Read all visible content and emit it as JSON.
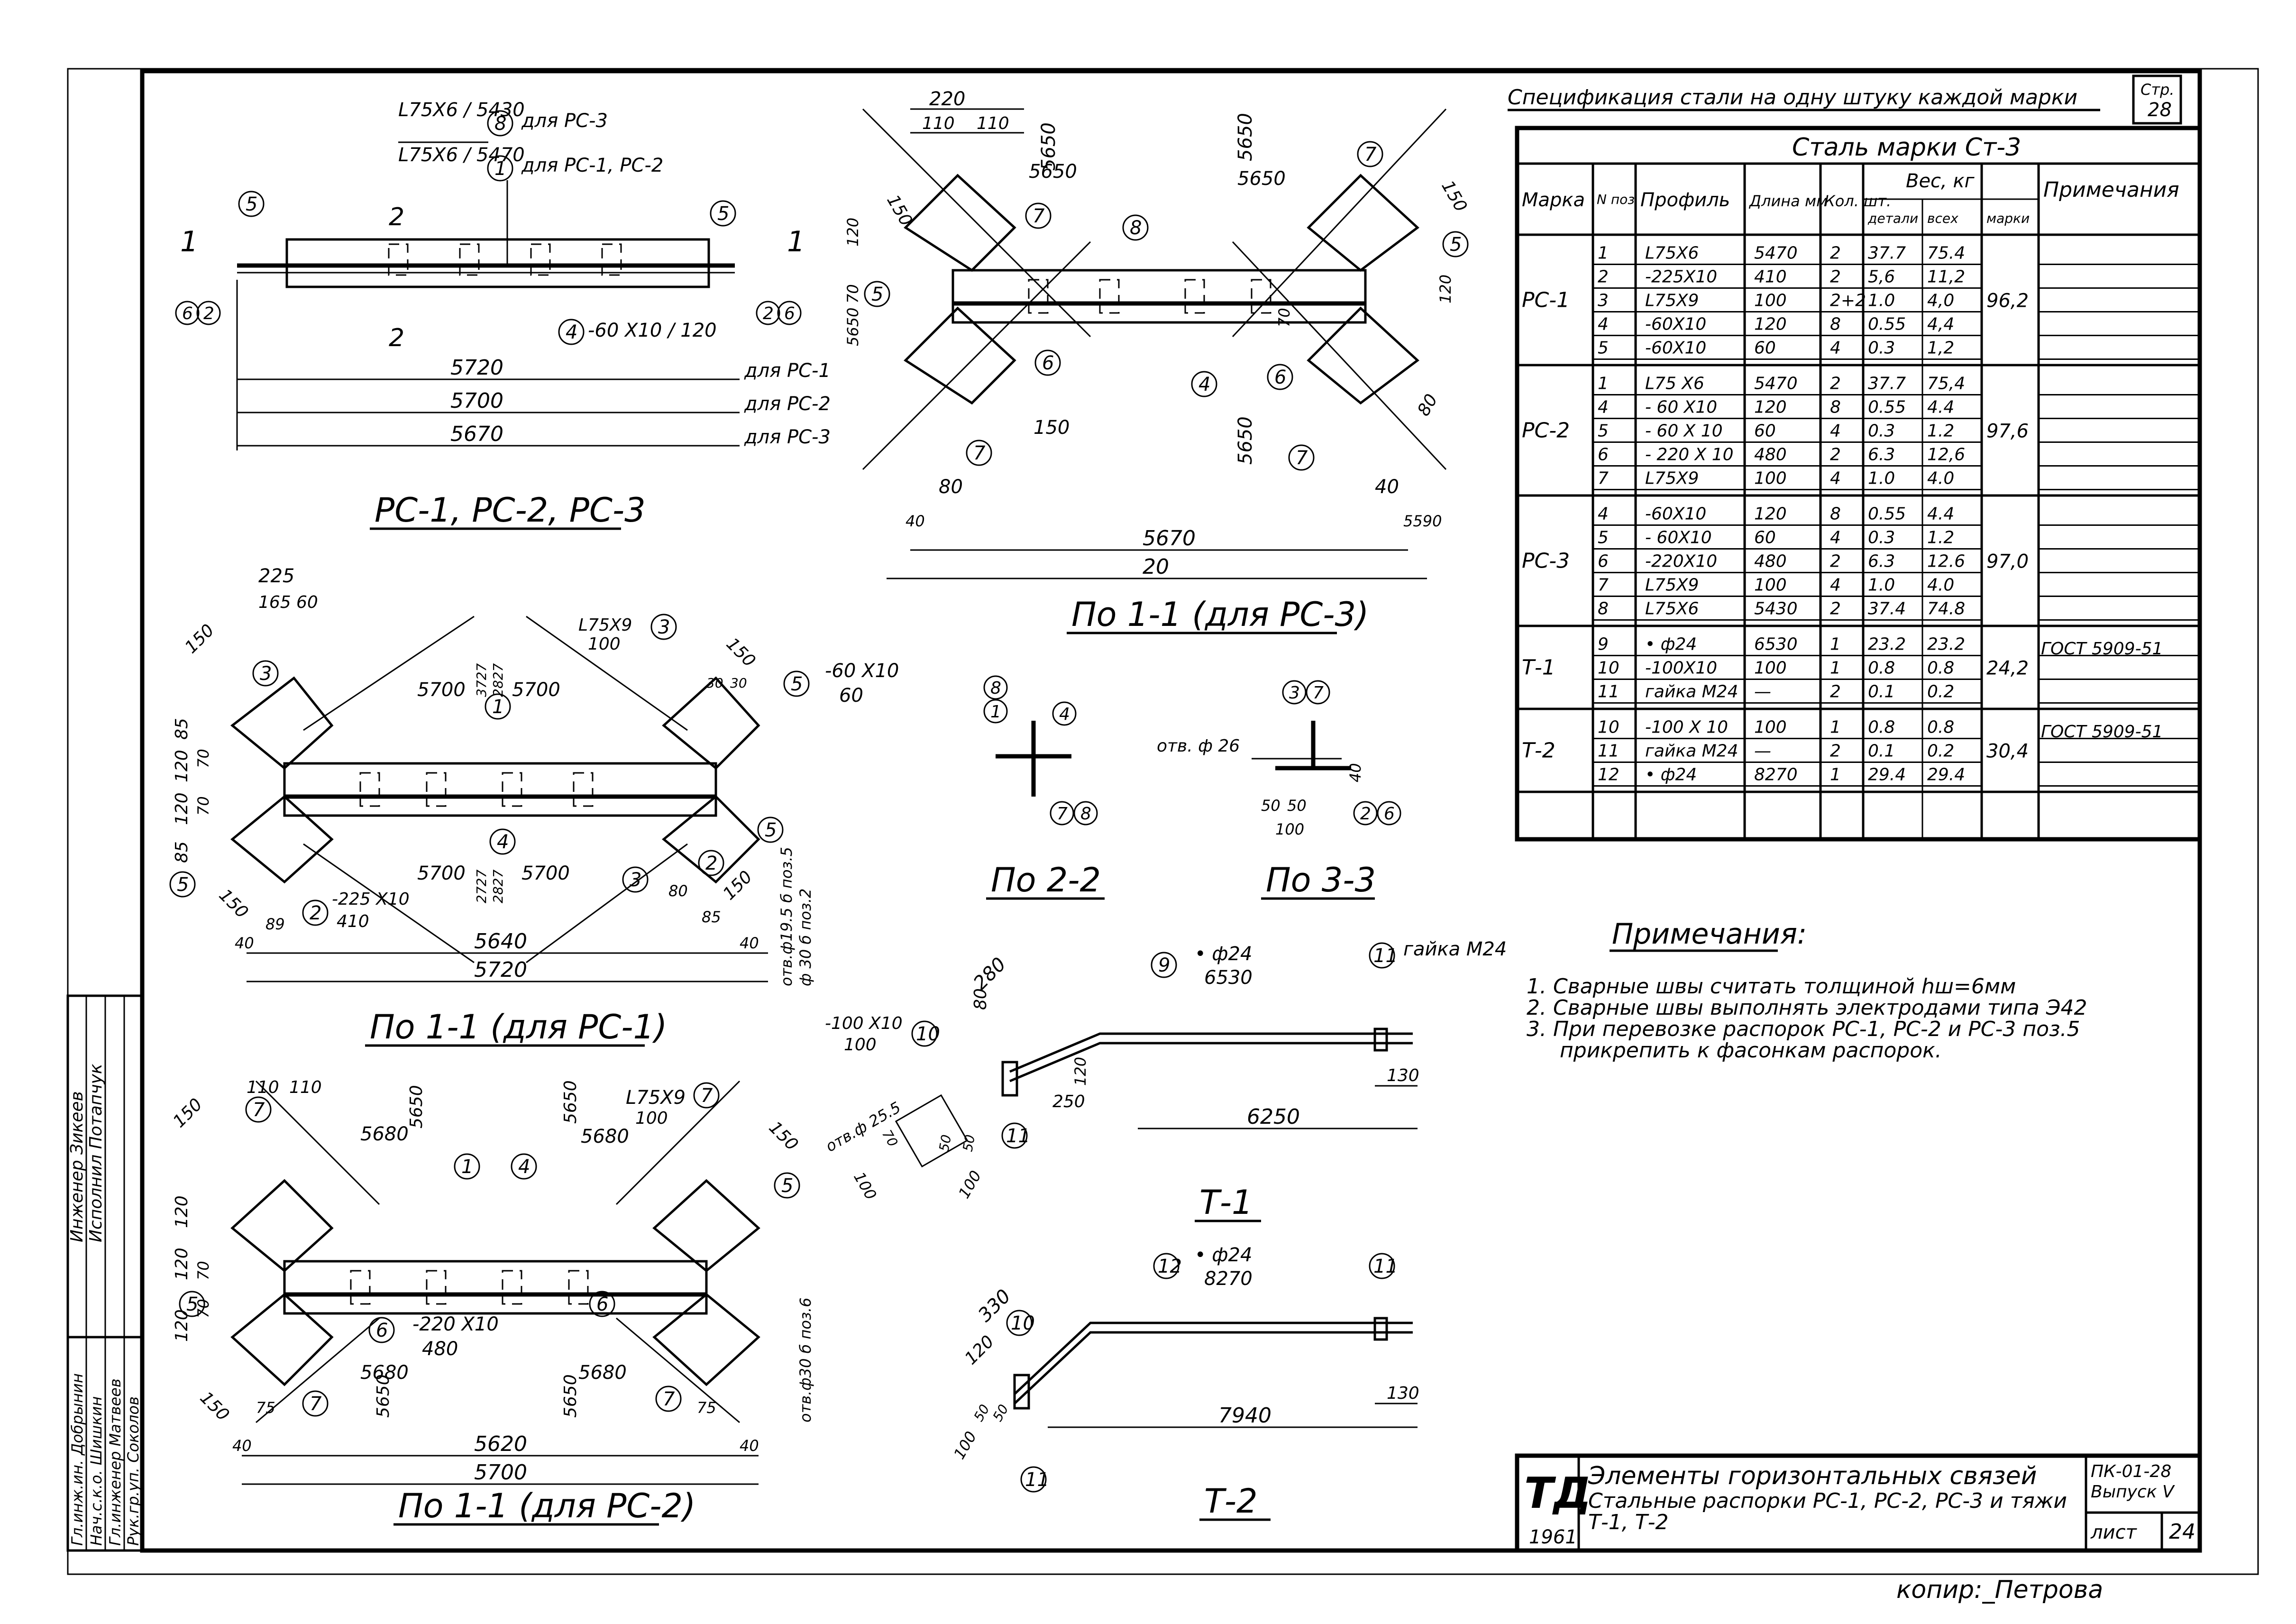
{
  "sheet": {
    "page_number": "28",
    "page_label": "Стр.",
    "copier": "копир:_Петрова"
  },
  "spec": {
    "title": "Спецификация стали на одну штуку каждой марки",
    "steel_grade": "Сталь марки Ст-3",
    "headers": {
      "mark": "Марка",
      "pos": "N поз",
      "profile": "Профиль",
      "length": "Длина мм",
      "qty": "Кол. шт.",
      "weight": "Вес, кг",
      "detail": "детали",
      "all": "всех",
      "per_mark": "марки",
      "notes": "Примечания"
    },
    "groups": [
      {
        "mark": "РС-1",
        "total": "96,2",
        "note": "",
        "rows": [
          {
            "pos": "1",
            "profile": "L75X6",
            "length": "5470",
            "qty": "2",
            "detail": "37.7",
            "all": "75.4"
          },
          {
            "pos": "2",
            "profile": "-225X10",
            "length": "410",
            "qty": "2",
            "detail": "5,6",
            "all": "11,2"
          },
          {
            "pos": "3",
            "profile": "L75X9",
            "length": "100",
            "qty": "2+2",
            "detail": "1.0",
            "all": "4,0"
          },
          {
            "pos": "4",
            "profile": "-60X10",
            "length": "120",
            "qty": "8",
            "detail": "0.55",
            "all": "4,4"
          },
          {
            "pos": "5",
            "profile": "-60X10",
            "length": "60",
            "qty": "4",
            "detail": "0.3",
            "all": "1,2"
          }
        ]
      },
      {
        "mark": "РС-2",
        "total": "97,6",
        "note": "",
        "rows": [
          {
            "pos": "1",
            "profile": "L75 X6",
            "length": "5470",
            "qty": "2",
            "detail": "37.7",
            "all": "75,4"
          },
          {
            "pos": "4",
            "profile": "- 60 X10",
            "length": "120",
            "qty": "8",
            "detail": "0.55",
            "all": "4.4"
          },
          {
            "pos": "5",
            "profile": "- 60 X 10",
            "length": "60",
            "qty": "4",
            "detail": "0.3",
            "all": "1.2"
          },
          {
            "pos": "6",
            "profile": "- 220 X 10",
            "length": "480",
            "qty": "2",
            "detail": "6.3",
            "all": "12,6"
          },
          {
            "pos": "7",
            "profile": "L75X9",
            "length": "100",
            "qty": "4",
            "detail": "1.0",
            "all": "4.0"
          }
        ]
      },
      {
        "mark": "РС-3",
        "total": "97,0",
        "note": "",
        "rows": [
          {
            "pos": "4",
            "profile": "-60X10",
            "length": "120",
            "qty": "8",
            "detail": "0.55",
            "all": "4.4"
          },
          {
            "pos": "5",
            "profile": "- 60X10",
            "length": "60",
            "qty": "4",
            "detail": "0.3",
            "all": "1.2"
          },
          {
            "pos": "6",
            "profile": "-220X10",
            "length": "480",
            "qty": "2",
            "detail": "6.3",
            "all": "12.6"
          },
          {
            "pos": "7",
            "profile": "L75X9",
            "length": "100",
            "qty": "4",
            "detail": "1.0",
            "all": "4.0"
          },
          {
            "pos": "8",
            "profile": "L75X6",
            "length": "5430",
            "qty": "2",
            "detail": "37.4",
            "all": "74.8"
          }
        ]
      },
      {
        "mark": "Т-1",
        "total": "24,2",
        "note": "ГОСТ 5909-51",
        "rows": [
          {
            "pos": "9",
            "profile": "• ф24",
            "length": "6530",
            "qty": "1",
            "detail": "23.2",
            "all": "23.2"
          },
          {
            "pos": "10",
            "profile": "-100X10",
            "length": "100",
            "qty": "1",
            "detail": "0.8",
            "all": "0.8"
          },
          {
            "pos": "11",
            "profile": "гайка М24",
            "length": "—",
            "qty": "2",
            "detail": "0.1",
            "all": "0.2"
          }
        ]
      },
      {
        "mark": "Т-2",
        "total": "30,4",
        "note": "ГОСТ 5909-51",
        "rows": [
          {
            "pos": "10",
            "profile": "-100 X 10",
            "length": "100",
            "qty": "1",
            "detail": "0.8",
            "all": "0.8"
          },
          {
            "pos": "11",
            "profile": "гайка М24",
            "length": "—",
            "qty": "2",
            "detail": "0.1",
            "all": "0.2"
          },
          {
            "pos": "12",
            "profile": "• ф24",
            "length": "8270",
            "qty": "1",
            "detail": "29.4",
            "all": "29.4"
          }
        ]
      }
    ]
  },
  "notes": {
    "title": "Примечания:",
    "items": [
      "1. Сварные швы считать толщиной hш=6мм",
      "2. Сварные швы выполнять электродами типа Э42",
      "3. При перевозке распорок РС-1, РС-2 и РС-3 поз.5",
      "прикрепить к фасонкам распорок."
    ]
  },
  "title_block": {
    "logo": "ТД",
    "year": "1961",
    "title_line1": "Элементы горизонтальных связей",
    "title_line2": "Стальные распорки РС-1, РС-2, РС-3 и тяжи",
    "title_line3": "Т-1, Т-2",
    "code": "ПК-01-28",
    "issue": "Выпуск V",
    "sheet_label": "лист",
    "sheet_no": "24"
  },
  "stamps": {
    "upper": [
      "Инженер Зикеев",
      "Исполнил Потапчук"
    ],
    "lower": [
      "Гл.инж.ин. Добрынин",
      "Нач.с.к.о. Шишкин",
      "Гл.инженер Матвеев",
      "Рук.гр.уп. Соколов"
    ]
  },
  "views": {
    "main": {
      "title": "РС-1, РС-2, РС-3",
      "labels": {
        "pos8": "L75X6 / 5430",
        "for8": "для РС-3",
        "pos1": "L75X6 / 5470",
        "for1": "для РС-1, РС-2",
        "pos4": "-60 X10 / 120",
        "cut1": "1",
        "cut2": "2"
      },
      "dims": [
        {
          "value": "5720",
          "note": "для РС-1"
        },
        {
          "value": "5700",
          "note": "для РС-2"
        },
        {
          "value": "5670",
          "note": "для РС-3"
        }
      ]
    },
    "rc3": {
      "title": "По 1-1 (для РС-3)",
      "dims": [
        "220",
        "110",
        "110",
        "5650",
        "5650",
        "5650",
        "5650",
        "150",
        "150",
        "150",
        "80",
        "80",
        "40",
        "40",
        "5590",
        "5670",
        "20",
        "70",
        "70",
        "120",
        "120",
        "5650",
        "5650"
      ]
    },
    "rc1": {
      "title": "По 1-1 (для РС-1)",
      "labels": [
        "225",
        "165",
        "60",
        "150",
        "85",
        "120",
        "70",
        "70",
        "120",
        "85",
        "150",
        "89",
        "40",
        "5700",
        "3727",
        "2827",
        "5700",
        "5700",
        "2727",
        "2827",
        "5700",
        "L75X9",
        "100",
        "-60 X10",
        "60",
        "-225 X10",
        "410",
        "150",
        "30",
        "30",
        "150",
        "80",
        "85",
        "40",
        "5640",
        "5720",
        "отв.ф19.5 б поз.5",
        "ф 30 б поз.2"
      ]
    },
    "rc2": {
      "title": "По 1-1 (для РС-2)",
      "labels": [
        "110",
        "110",
        "5680",
        "5650",
        "5650",
        "5680",
        "L75X9",
        "100",
        "150",
        "150",
        "120",
        "120",
        "120",
        "70",
        "70",
        "150",
        "75",
        "40",
        "-220 X10",
        "480",
        "5680",
        "5650",
        "5650",
        "5680",
        "75",
        "40",
        "5620",
        "5700",
        "отв.ф30 б поз.6"
      ]
    },
    "sec2": {
      "title": "По 2-2"
    },
    "sec3": {
      "title": "По 3-3",
      "hole": "отв. ф 26",
      "dims": [
        "40",
        "50",
        "50",
        "100"
      ]
    },
    "t1": {
      "title": "Т-1",
      "labels": {
        "rod": "• ф24",
        "rod_len": "6530",
        "nut": "гайка М24",
        "plate": "-100 X10",
        "plate_len": "100",
        "d280": "280",
        "d80": "80",
        "d250": "250",
        "d120": "120",
        "d6250": "6250",
        "d130": "130",
        "hole": "отв.ф 25.5",
        "d50": "50",
        "d50b": "50",
        "d100": "100",
        "d100b": "100",
        "d70": "70"
      }
    },
    "t2": {
      "title": "Т-2",
      "labels": {
        "rod": "• ф24",
        "rod_len": "8270",
        "d330": "330",
        "d120": "120",
        "d7940": "7940",
        "d130": "130",
        "d50": "50",
        "d50b": "50",
        "d100": "100"
      }
    }
  }
}
